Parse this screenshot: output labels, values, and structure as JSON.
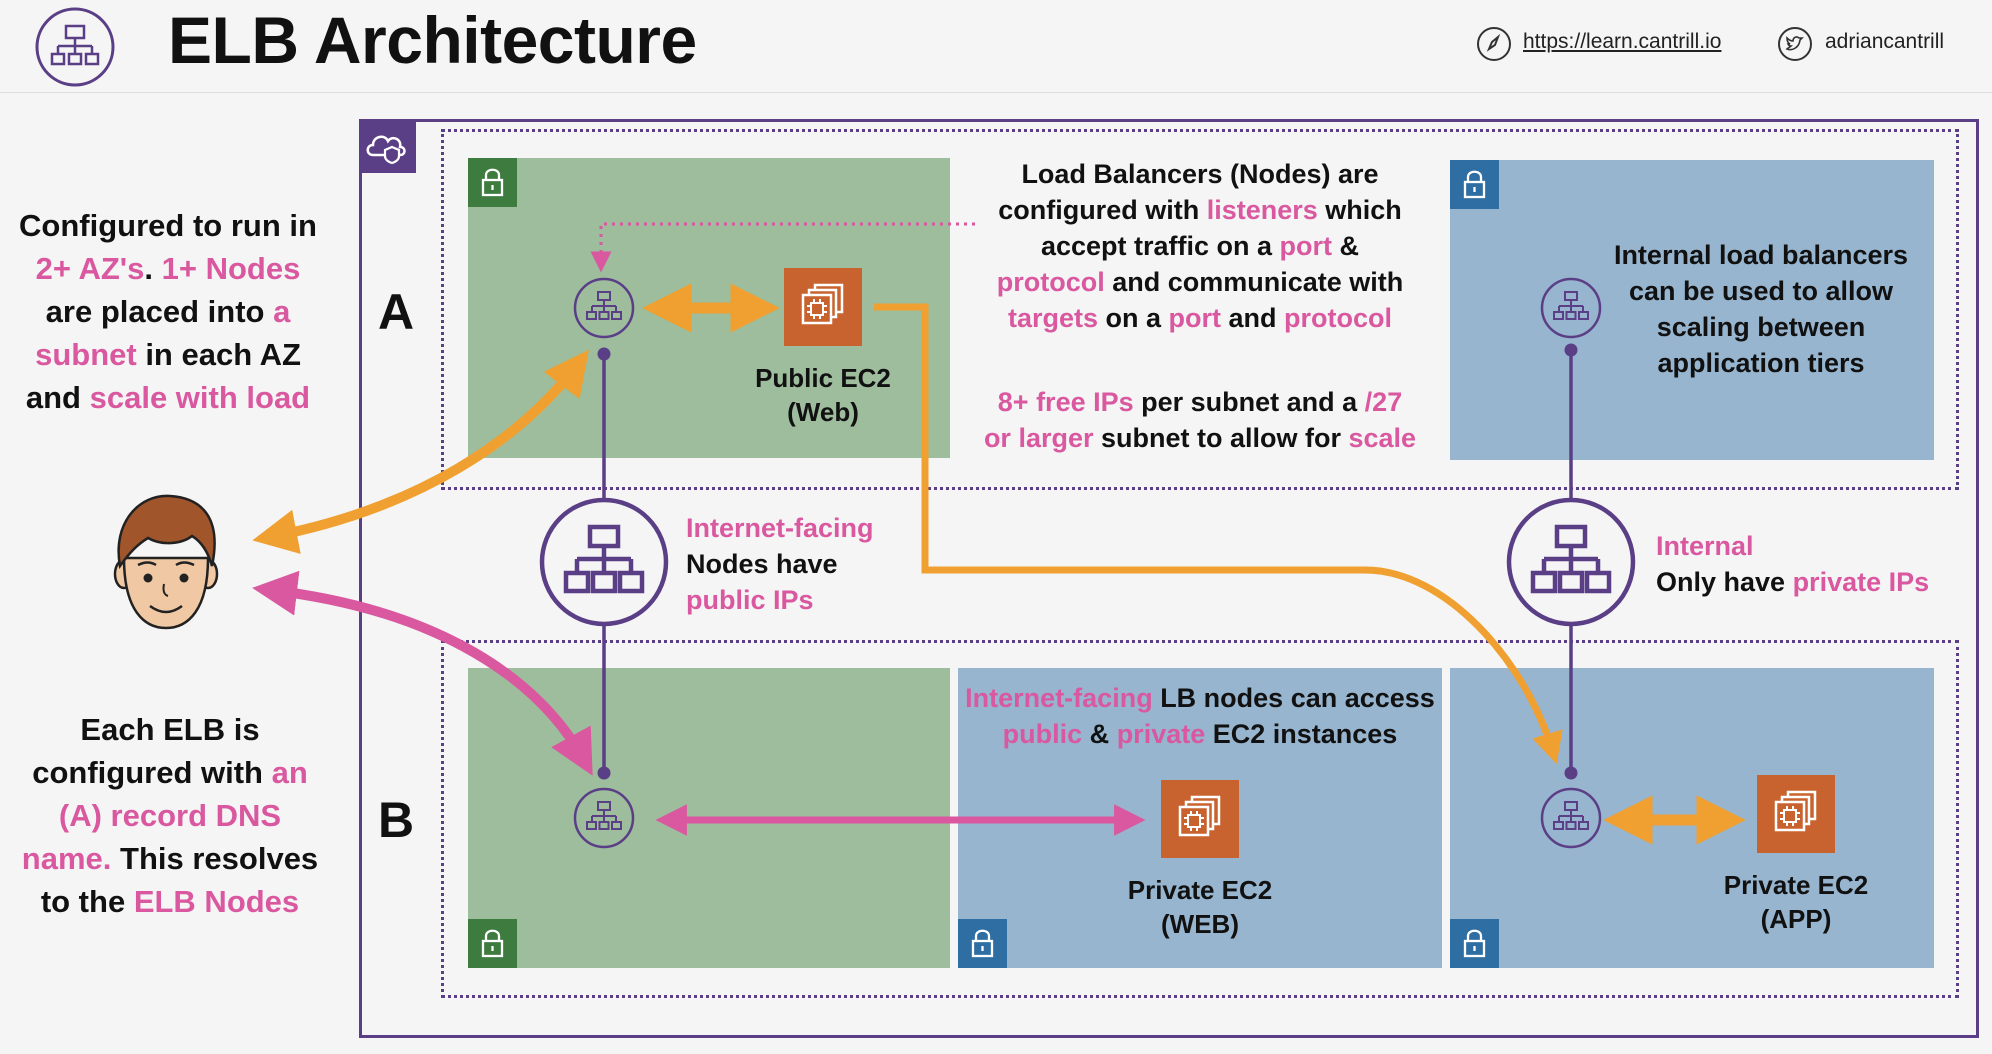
{
  "header": {
    "title": "ELB Architecture",
    "link": "https://learn.cantrill.io",
    "twitter": "adriancantrill"
  },
  "left": {
    "p1": [
      {
        "t": "Configured to run in",
        "pink": false
      },
      {
        "t": "2+ AZ's",
        "pink": true
      },
      {
        "t": ". ",
        "pink": false
      },
      {
        "t": "1+ Nodes",
        "pink": true
      },
      {
        "t": "are placed into ",
        "pink": false
      },
      {
        "t": "a",
        "pink": true
      },
      {
        "t": "subnet",
        "pink": true
      },
      {
        "t": " in each AZ",
        "pink": false
      },
      {
        "t": "and ",
        "pink": false
      },
      {
        "t": "scale with load",
        "pink": true
      }
    ],
    "p2": [
      {
        "t": "Each ELB is",
        "pink": false
      },
      {
        "t": "configured with ",
        "pink": false
      },
      {
        "t": "an",
        "pink": true
      },
      {
        "t": "(A) record DNS",
        "pink": true
      },
      {
        "t": "name.",
        "pink": true
      },
      {
        "t": " This resolves",
        "pink": false
      },
      {
        "t": "to the ",
        "pink": false
      },
      {
        "t": "ELB Nodes",
        "pink": true
      }
    ]
  },
  "az_labels": [
    "A",
    "B"
  ],
  "ec2": {
    "public_web": [
      "Public EC2",
      "(Web)"
    ],
    "private_web": [
      "Private EC2",
      "(WEB)"
    ],
    "private_app": [
      "Private EC2",
      "(APP)"
    ]
  },
  "notes": {
    "listeners": [
      [
        {
          "t": "Load Balancers (Nodes) are",
          "pink": false
        }
      ],
      [
        {
          "t": "configured with ",
          "pink": false
        },
        {
          "t": "listeners",
          "pink": true
        },
        {
          "t": " which",
          "pink": false
        }
      ],
      [
        {
          "t": "accept traffic on a ",
          "pink": false
        },
        {
          "t": "port",
          "pink": true
        },
        {
          "t": " &",
          "pink": false
        }
      ],
      [
        {
          "t": "protocol",
          "pink": true
        },
        {
          "t": " and communicate with",
          "pink": false
        }
      ],
      [
        {
          "t": "targets",
          "pink": true
        },
        {
          "t": " on a ",
          "pink": false
        },
        {
          "t": "port",
          "pink": true
        },
        {
          "t": " and ",
          "pink": false
        },
        {
          "t": "protocol",
          "pink": true
        }
      ]
    ],
    "ips": [
      [
        {
          "t": "8+ free IPs",
          "pink": true
        },
        {
          "t": " per subnet and a ",
          "pink": false
        },
        {
          "t": "/27",
          "pink": true
        }
      ],
      [
        {
          "t": "or larger",
          "pink": true
        },
        {
          "t": " subnet to allow for ",
          "pink": false
        },
        {
          "t": "scale",
          "pink": true
        }
      ]
    ],
    "internal_lb": [
      "Internal load balancers",
      "can be used to allow",
      "scaling between",
      "application tiers"
    ],
    "internet_facing": [
      [
        {
          "t": "Internet-facing",
          "pink": true
        }
      ],
      [
        {
          "t": "Nodes have",
          "pink": false
        }
      ],
      [
        {
          "t": "public IPs",
          "pink": true
        }
      ]
    ],
    "internal": [
      [
        {
          "t": "Internal",
          "pink": true
        }
      ],
      [
        {
          "t": "Only have ",
          "pink": false
        },
        {
          "t": "private IPs",
          "pink": true
        }
      ]
    ],
    "access": [
      [
        {
          "t": "Internet-facing",
          "pink": true
        },
        {
          "t": " LB nodes can access",
          "pink": false
        }
      ],
      [
        {
          "t": "public",
          "pink": true
        },
        {
          "t": " & ",
          "pink": false
        },
        {
          "t": "private",
          "pink": true
        },
        {
          "t": " EC2 instances",
          "pink": false
        }
      ]
    ]
  },
  "colors": {
    "pink": "#d9589f",
    "orange": "#f0a030",
    "purple": "#5b3f86",
    "public_subnet": "#9dbd9d",
    "private_subnet": "#97b5cf",
    "ec2": "#c8622e",
    "public_lock": "#3e7b3e",
    "private_lock": "#2f6ea3"
  },
  "icons": {
    "header": "elb-icon",
    "link": "compass-icon",
    "twitter": "twitter-icon",
    "vpc": "cloud-shield-icon",
    "subnet": "lock-icon",
    "node": "load-balancer-node-icon",
    "elb": "load-balancer-icon",
    "ec2": "ec2-instance-icon",
    "user": "user-face-icon"
  }
}
